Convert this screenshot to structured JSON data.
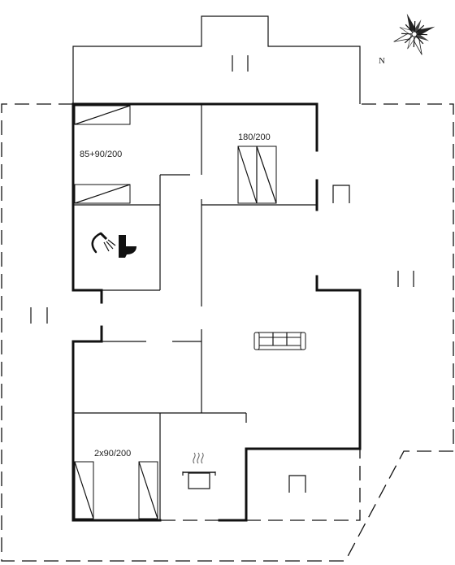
{
  "plan": {
    "rooms": {
      "bedroom_1": {
        "bed_label": "85+90/200"
      },
      "bedroom_2": {
        "bed_label": "180/200"
      },
      "bedroom_3": {
        "bed_label": "2x90/200"
      }
    },
    "compass": {
      "north_label": "N"
    }
  },
  "icons": [
    "shower-icon",
    "toilet-icon",
    "sofa-icon",
    "cooking-pot-icon",
    "compass-rose-icon",
    "door-icon"
  ]
}
